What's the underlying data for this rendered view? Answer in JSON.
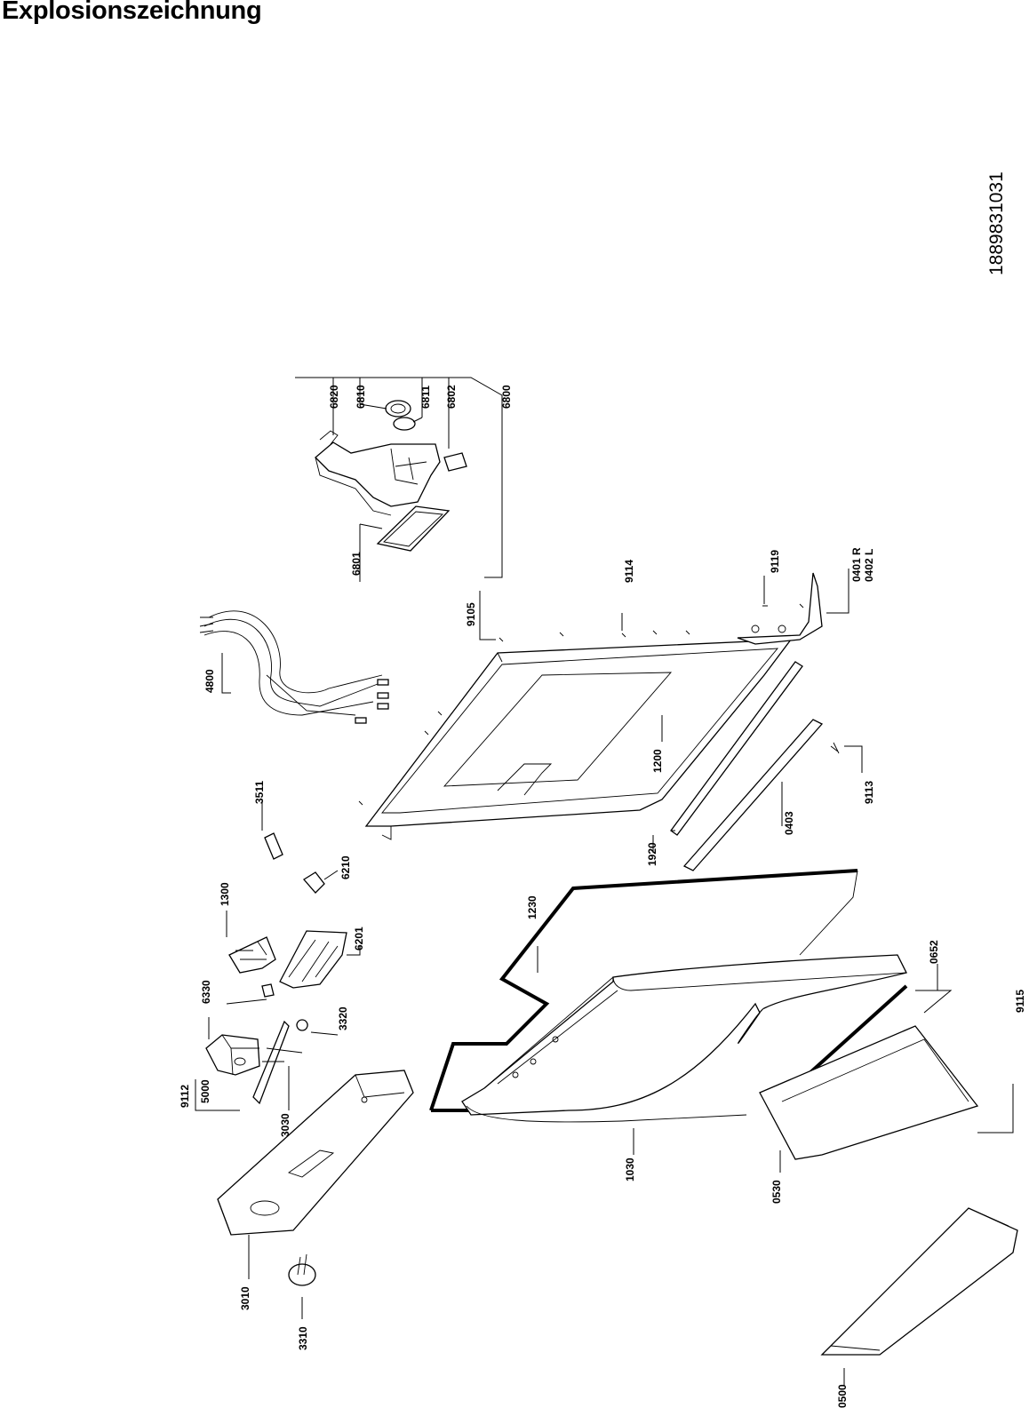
{
  "title": "Explosionszeichnung",
  "document_number": "1889831031",
  "part_labels": {
    "p6820": "6820",
    "p6810": "6810",
    "p6811": "6811",
    "p6802": "6802",
    "p6800": "6800",
    "p6801": "6801",
    "p9119": "9119",
    "p0401": "0401 R",
    "p0402": "0402 L",
    "p9114": "9114",
    "p9105": "9105",
    "p4800": "4800",
    "p1200": "1200",
    "p9113": "9113",
    "p0403": "0403",
    "p1920": "1920",
    "p3511": "3511",
    "p6210": "6210",
    "p1300": "1300",
    "p6201": "6201",
    "p1230": "1230",
    "p6330": "6330",
    "p3320": "3320",
    "p0652": "0652",
    "p9115": "9115",
    "p3030": "3030",
    "p5000": "5000",
    "p9112": "9112",
    "p1030": "1030",
    "p0530": "0530",
    "p3010": "3010",
    "p3310": "3310",
    "p0500": "0500"
  }
}
